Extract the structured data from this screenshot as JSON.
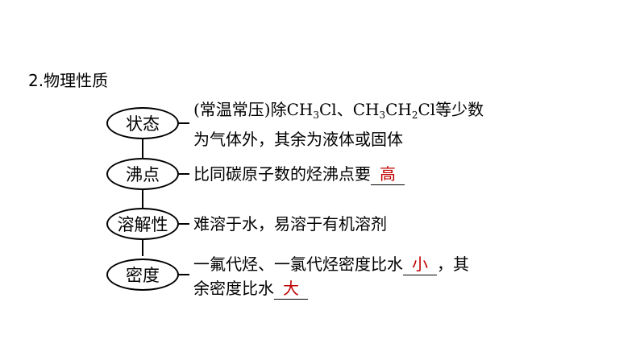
{
  "heading": "2.物理性质",
  "items": [
    {
      "label": "状态",
      "line1_a": "(常温常压)除CH",
      "line1_b": "3",
      "line1_c": "Cl、CH",
      "line1_d": "3",
      "line1_e": "CH",
      "line1_f": "2",
      "line1_g": "Cl等少数",
      "line2": "为气体外，其余为液体或固体"
    },
    {
      "label": "沸点",
      "text": "比同碳原子数的烃沸点要",
      "answer": "高"
    },
    {
      "label": "溶解性",
      "text": "难溶于水，易溶于有机溶剂"
    },
    {
      "label": "密度",
      "line1_text": "一氟代烃、一氯代烃密度比水",
      "line1_answer": "小",
      "line1_tail": "，其",
      "line2_text": "余密度比水",
      "line2_answer": "大"
    }
  ]
}
